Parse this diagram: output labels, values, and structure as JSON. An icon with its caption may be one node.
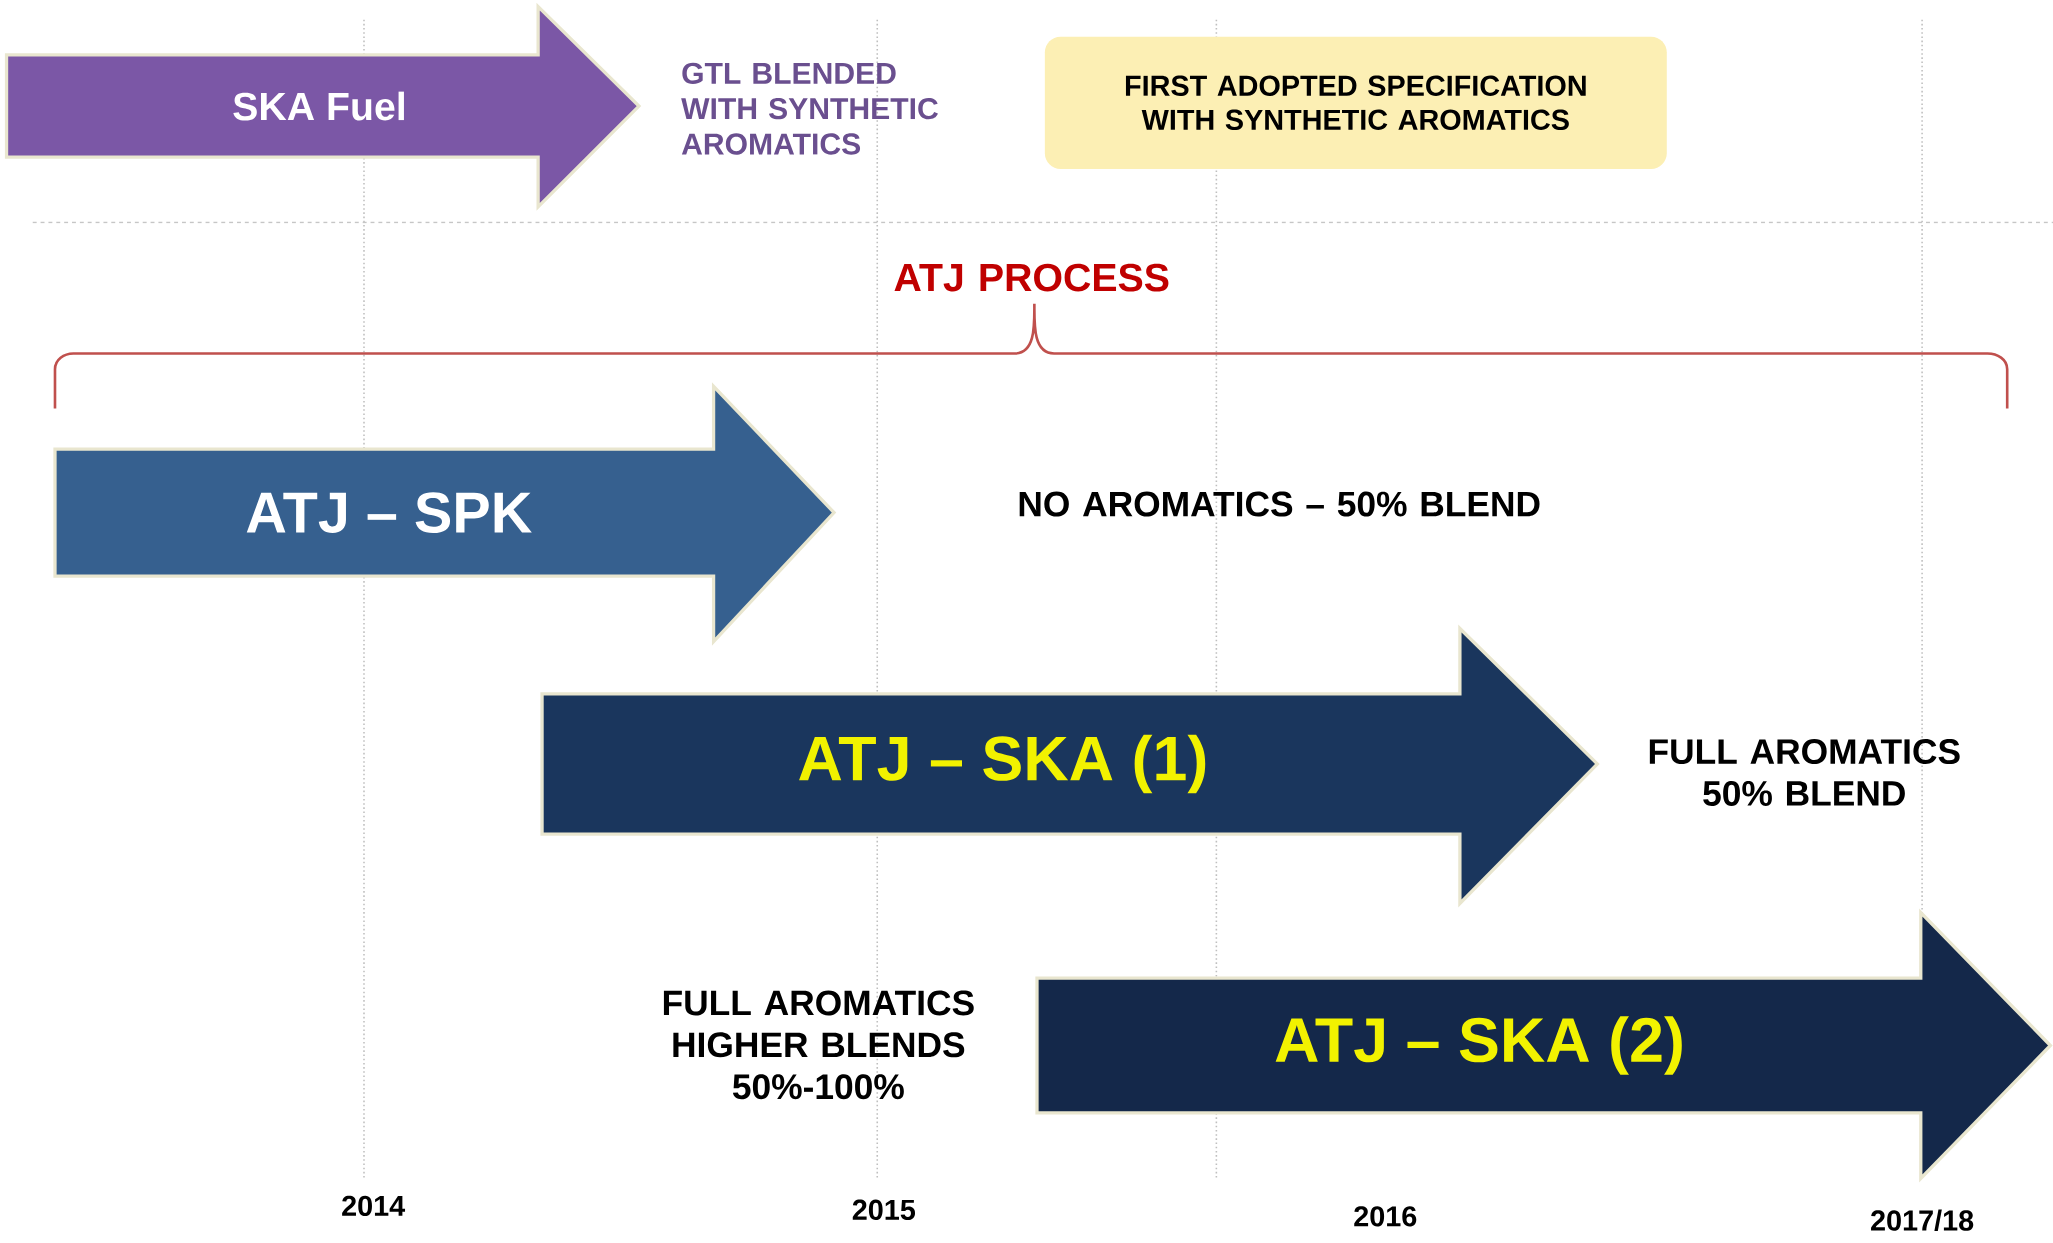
{
  "diagram": {
    "nodes": [
      {
        "text": [
          "SKA Fuel"
        ]
      },
      {
        "text": [
          "FIRST ADOPTED SPECIFICATION WITH SYNTHETIC AROMATICS"
        ]
      },
      {
        "text": [
          "ATJ – SPK"
        ]
      },
      {
        "text": [
          "ATJ – SKA (1)"
        ],
        "beside": [
          "FULL AROMATICS 50% BLEND"
        ]
      },
      {
        "text": [
          "ATJ – SKA (2)"
        ],
        "beside": [
          "FULL AROMATICS HIGHER BLENDS 50%-100%"
        ]
      }
    ],
    "labels": [
      "GTL BLENDED WITH SYNTHETIC AROMATICS",
      "ATJ PROCESS",
      "NO AROMATICS – 50% BLEND",
      "2014",
      "2015",
      "2016",
      "2017/18"
    ]
  }
}
